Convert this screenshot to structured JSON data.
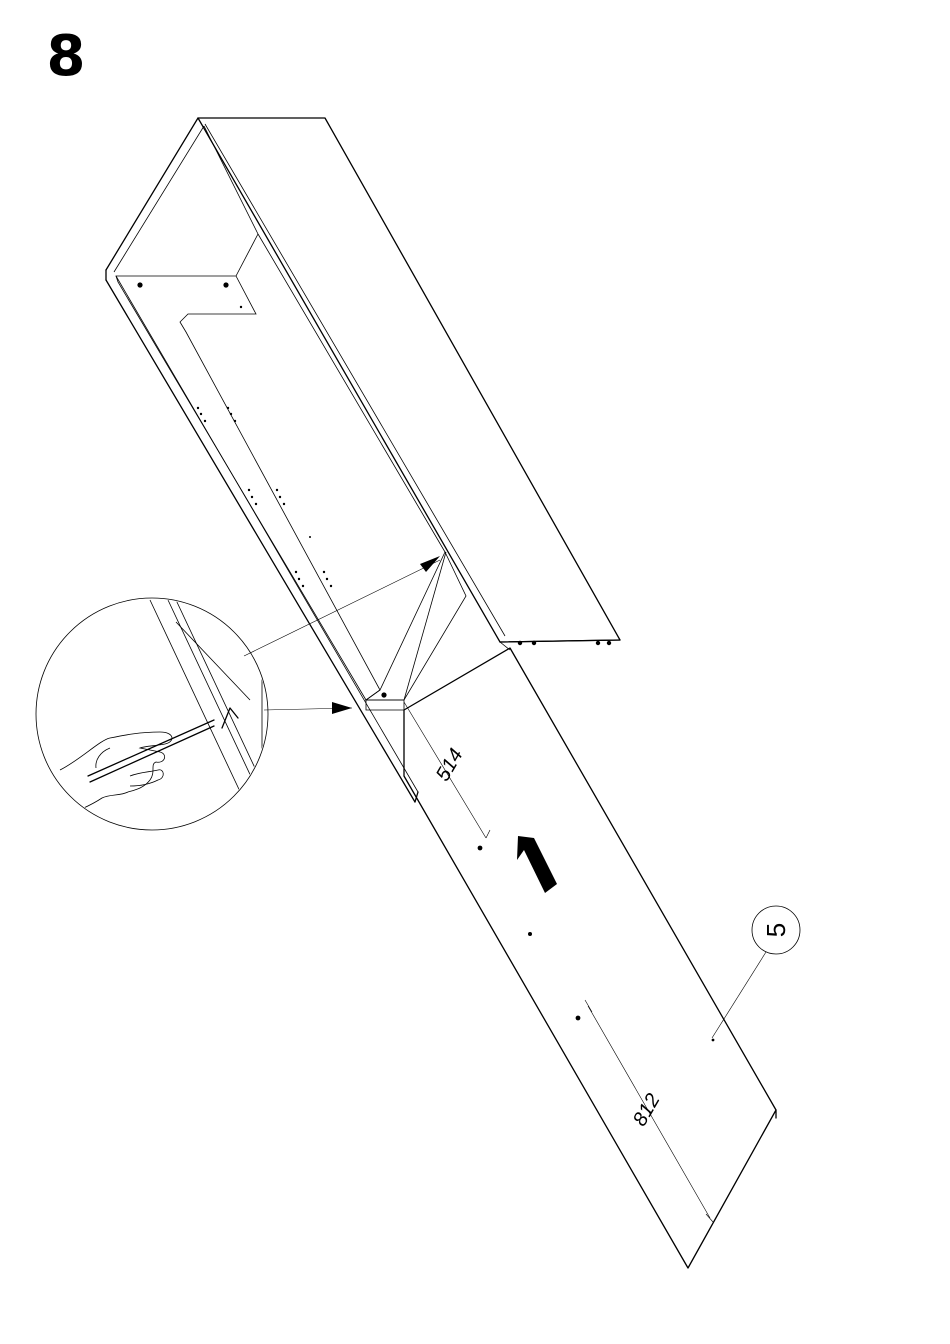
{
  "step": {
    "number": "8"
  },
  "dimensions": {
    "upper": "514",
    "lower": "812"
  },
  "part_callout": {
    "label": "5"
  },
  "icons": {
    "direction_arrow": "push-direction-arrow-icon",
    "detail_view": "detail-magnifier-circle",
    "hand_tool": "hand-with-screwdriver-icon"
  },
  "colors": {
    "line": "#000000",
    "background": "#ffffff"
  }
}
